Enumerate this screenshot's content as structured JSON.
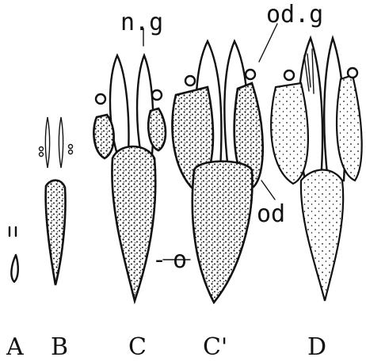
{
  "labels": {
    "ng": "n.g",
    "odg": "od.g",
    "od": "od",
    "o": "o"
  },
  "stages": [
    "A",
    "B",
    "C",
    "C'",
    "D"
  ],
  "colors": {
    "ink": "#111111",
    "background": "#ffffff"
  }
}
